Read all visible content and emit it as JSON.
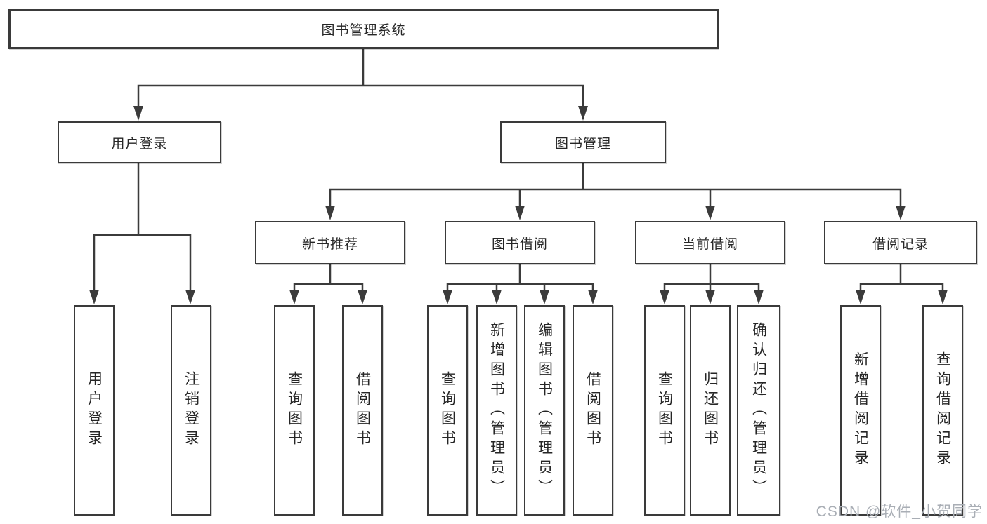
{
  "diagram": {
    "root": {
      "label": "图书管理系统"
    },
    "branches": [
      {
        "label": "用户登录",
        "children": [
          {
            "label": "用户登录"
          },
          {
            "label": "注销登录"
          }
        ]
      },
      {
        "label": "图书管理",
        "children": [
          {
            "label": "新书推荐",
            "children": [
              {
                "label": "查询图书"
              },
              {
                "label": "借阅图书"
              }
            ]
          },
          {
            "label": "图书借阅",
            "children": [
              {
                "label": "查询图书"
              },
              {
                "label": "新增图书（管理员）"
              },
              {
                "label": "编辑图书（管理员）"
              },
              {
                "label": "借阅图书"
              }
            ]
          },
          {
            "label": "当前借阅",
            "children": [
              {
                "label": "查询图书"
              },
              {
                "label": "归还图书"
              },
              {
                "label": "确认归还（管理员）"
              }
            ]
          },
          {
            "label": "借阅记录",
            "children": [
              {
                "label": "新增借阅记录"
              },
              {
                "label": "查询借阅记录"
              }
            ]
          }
        ]
      }
    ]
  },
  "watermark": {
    "text": "CSDN @软件_小贺同学",
    "color": "#a9aeb5"
  },
  "colors": {
    "box_border": "#3a3a3a",
    "connector_line": "#3b3b3b",
    "text": "#262626",
    "background": "#ffffff",
    "watermark": "#a9aeb5"
  }
}
